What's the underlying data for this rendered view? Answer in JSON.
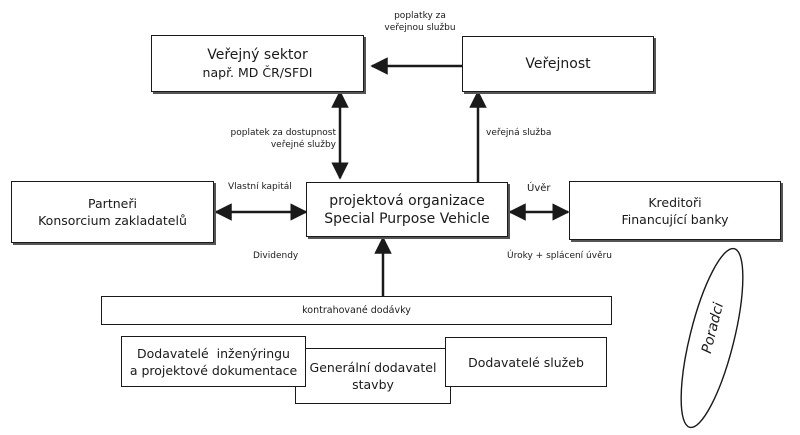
{
  "nodes": {
    "verejny_sektor": {
      "line1": "Veřejný sektor",
      "line2": "např. MD ČR/SFDI"
    },
    "verejnost": {
      "label": "Veřejnost"
    },
    "projektova_org": {
      "line1": "projektová organizace",
      "line2": "Special Purpose Vehicle"
    },
    "partneri": {
      "line1": "Partneři",
      "line2": "Konsorcium zakladatelů"
    },
    "kreditori": {
      "line1": "Kreditoři",
      "line2": "Financující banky"
    },
    "kontrahovane": {
      "label": "kontrahované dodávky"
    },
    "dodavatele_ing": {
      "line1": "Dodavatelé  inženýringu",
      "line2": "a projektové dokumentace"
    },
    "generalni": {
      "line1": "Generální dodavatel",
      "line2": "stavby"
    },
    "dodavatele_sluzeb": {
      "label": "Dodavatelé služeb"
    },
    "poradci": {
      "label": "Poradci"
    }
  },
  "edges": {
    "poplatky": {
      "line1": "poplatky za",
      "line2": "veřejnou službu"
    },
    "poplatek_dostupnost": {
      "line1": "poplatek za dostupnost",
      "line2": "veřejné služby"
    },
    "verejna_sluzba": {
      "label": "veřejná služba"
    },
    "vlastni_kapital": {
      "label": "Vlastní kapitál"
    },
    "dividendy": {
      "label": "Dividendy"
    },
    "uver": {
      "label": "Úvěr"
    },
    "uroky": {
      "label": "Úroky + splácení úvěru"
    }
  }
}
